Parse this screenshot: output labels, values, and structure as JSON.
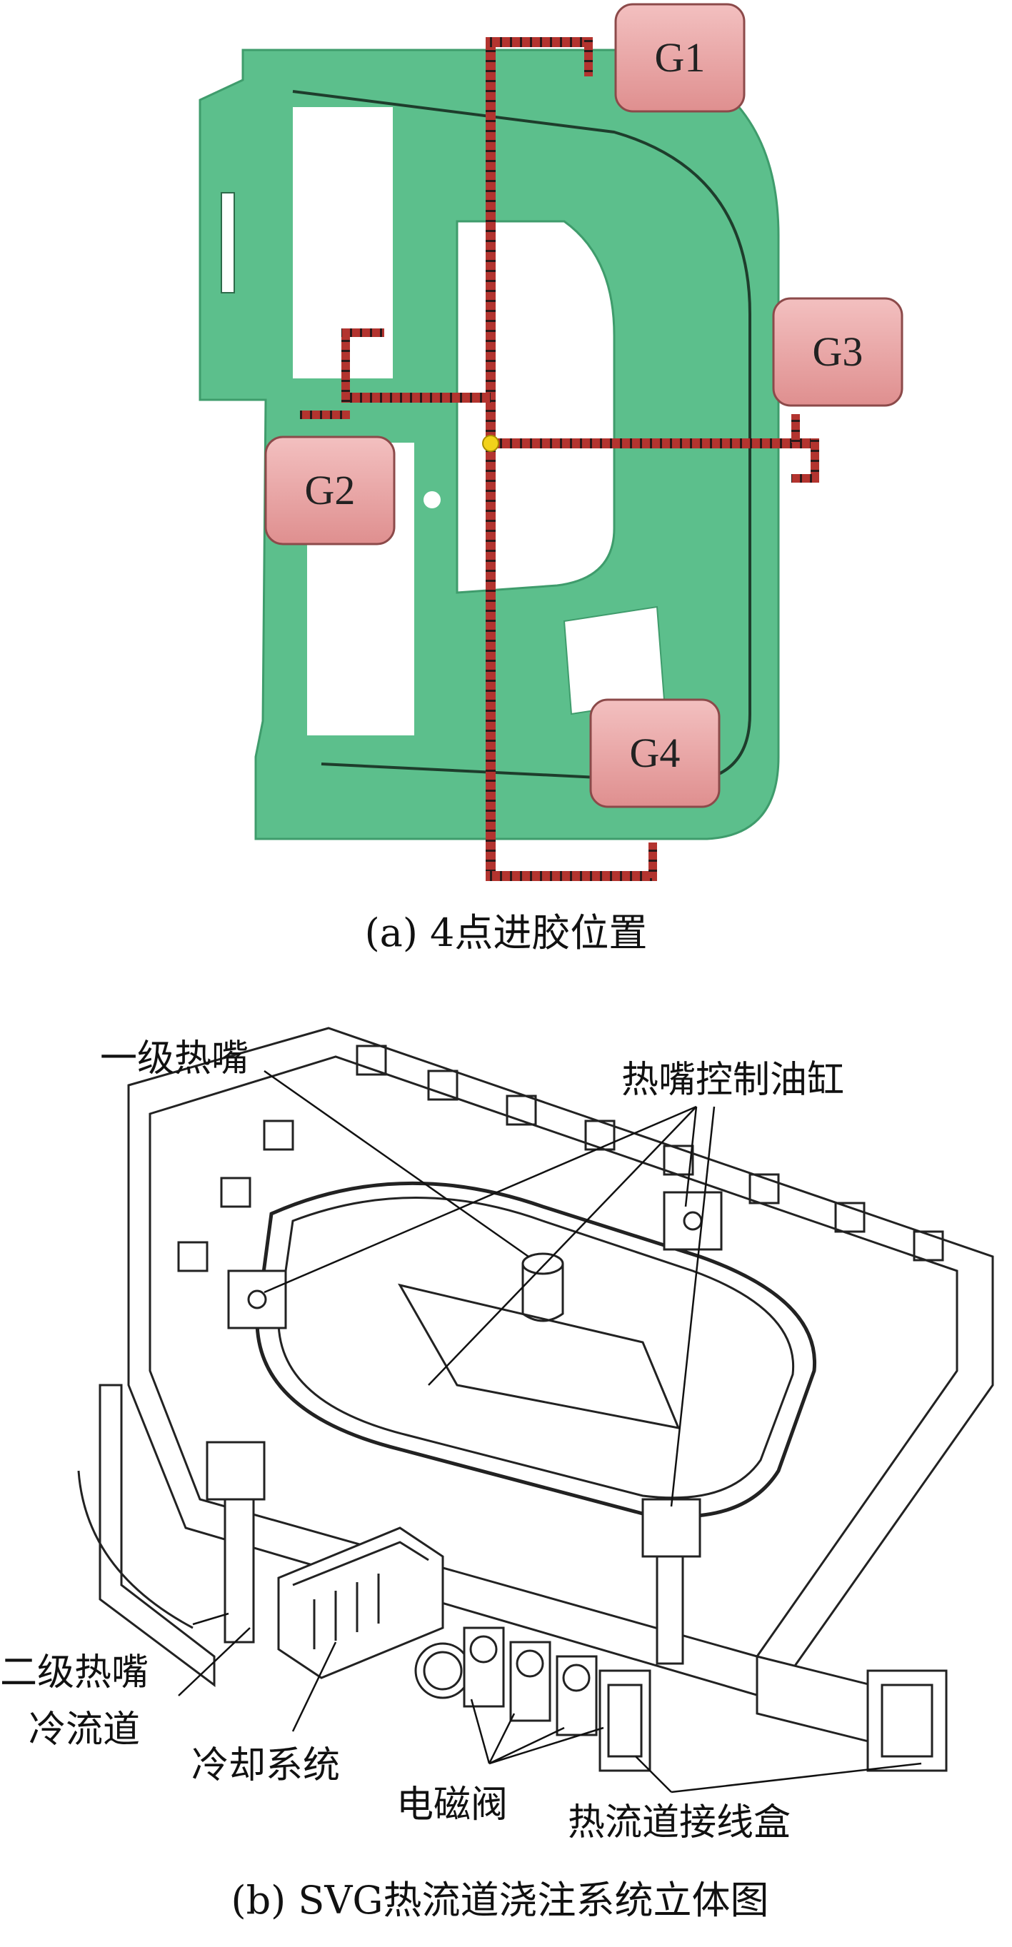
{
  "figure_a": {
    "caption": "(a) 4点进胶位置",
    "gates": [
      {
        "id": "g1",
        "label": "G1"
      },
      {
        "id": "g2",
        "label": "G2"
      },
      {
        "id": "g3",
        "label": "G3"
      },
      {
        "id": "g4",
        "label": "G4"
      }
    ],
    "colors": {
      "part": "#5cbf8c",
      "runner": "#b3342f",
      "gate_box": "#e9a3a3",
      "gate_border": "#8c4a4a",
      "sprue": "#f2d21b"
    }
  },
  "figure_b": {
    "caption": "(b) SVG热流道浇注系统立体图",
    "callouts": {
      "primary_nozzle": "一级热嘴",
      "nozzle_cylinder": "热嘴控制油缸",
      "secondary_nozzle": "二级热嘴",
      "cold_runner": "冷流道",
      "cooling_system": "冷却系统",
      "solenoid_valve": "电磁阀",
      "junction_box": "热流道接线盒"
    }
  }
}
